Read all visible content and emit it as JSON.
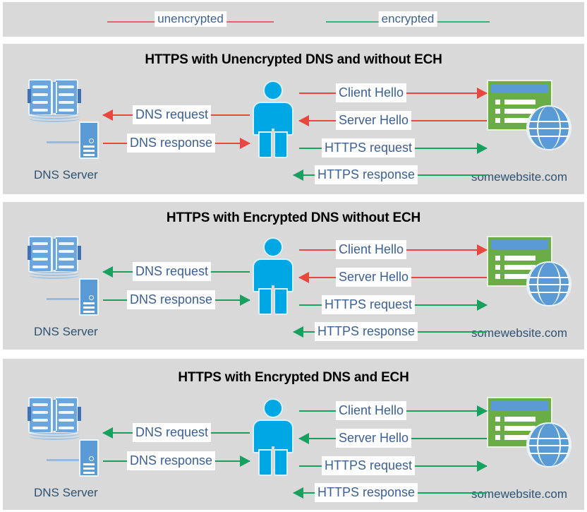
{
  "legend": {
    "items": [
      {
        "label": "unencrypted",
        "color": "#e06666",
        "kind": "unencrypted-line"
      },
      {
        "label": "encrypted",
        "color": "#35b27b",
        "kind": "encrypted-line"
      }
    ]
  },
  "colors": {
    "panel_background": "#d9d9d9",
    "page_background": "#ffffff",
    "unencrypted": "#e8473f",
    "encrypted": "#17a05e",
    "label_text": "#3c6090",
    "node_text": "#2f5272",
    "title_text": "#000000",
    "person": "#00a7e5",
    "server_blue": "#5b9bd5",
    "browser_green": "#6aad46"
  },
  "nodes": {
    "dns_server_label": "DNS Server",
    "website_label": "somewebsite.com",
    "client_icon": "person-icon",
    "dns_icon": "dns-server-icon",
    "website_icon": "website-browser-globe-icon"
  },
  "panels": [
    {
      "id": "panel-1",
      "title": "HTTPS with Unencrypted DNS and without ECH",
      "dns_server_label": "DNS Server",
      "website_label": "somewebsite.com",
      "flows": [
        {
          "label": "DNS request",
          "direction": "left",
          "encrypted": false
        },
        {
          "label": "DNS response",
          "direction": "right",
          "encrypted": false
        },
        {
          "label": "Client Hello",
          "direction": "right",
          "encrypted": false
        },
        {
          "label": "Server Hello",
          "direction": "left",
          "encrypted": false
        },
        {
          "label": "HTTPS request",
          "direction": "right",
          "encrypted": true
        },
        {
          "label": "HTTPS response",
          "direction": "left",
          "encrypted": true
        }
      ]
    },
    {
      "id": "panel-2",
      "title": "HTTPS with Encrypted DNS without ECH",
      "dns_server_label": "DNS Server",
      "website_label": "somewebsite.com",
      "flows": [
        {
          "label": "DNS request",
          "direction": "left",
          "encrypted": true
        },
        {
          "label": "DNS response",
          "direction": "right",
          "encrypted": true
        },
        {
          "label": "Client Hello",
          "direction": "right",
          "encrypted": false
        },
        {
          "label": "Server Hello",
          "direction": "left",
          "encrypted": false
        },
        {
          "label": "HTTPS request",
          "direction": "right",
          "encrypted": true
        },
        {
          "label": "HTTPS response",
          "direction": "left",
          "encrypted": true
        }
      ]
    },
    {
      "id": "panel-3",
      "title": "HTTPS with Encrypted DNS and ECH",
      "dns_server_label": "DNS Server",
      "website_label": "somewebsite.com",
      "flows": [
        {
          "label": "DNS request",
          "direction": "left",
          "encrypted": true
        },
        {
          "label": "DNS response",
          "direction": "right",
          "encrypted": true
        },
        {
          "label": "Client Hello",
          "direction": "right",
          "encrypted": true
        },
        {
          "label": "Server Hello",
          "direction": "left",
          "encrypted": true
        },
        {
          "label": "HTTPS request",
          "direction": "right",
          "encrypted": true
        },
        {
          "label": "HTTPS response",
          "direction": "left",
          "encrypted": true
        }
      ]
    }
  ]
}
